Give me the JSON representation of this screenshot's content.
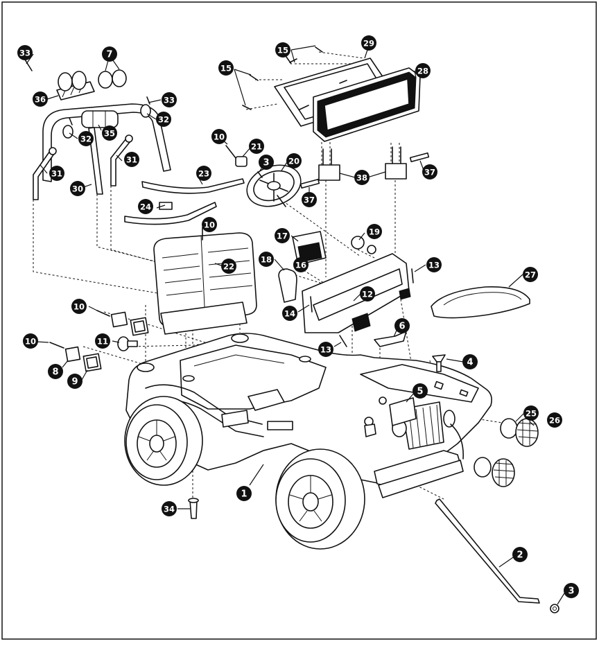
{
  "callouts": [
    {
      "n": "33"
    },
    {
      "n": "7"
    },
    {
      "n": "36"
    },
    {
      "n": "33"
    },
    {
      "n": "32"
    },
    {
      "n": "35"
    },
    {
      "n": "32"
    },
    {
      "n": "31"
    },
    {
      "n": "31"
    },
    {
      "n": "30"
    },
    {
      "n": "15"
    },
    {
      "n": "29"
    },
    {
      "n": "15"
    },
    {
      "n": "28"
    },
    {
      "n": "10"
    },
    {
      "n": "21"
    },
    {
      "n": "3"
    },
    {
      "n": "20"
    },
    {
      "n": "23"
    },
    {
      "n": "24"
    },
    {
      "n": "38"
    },
    {
      "n": "37"
    },
    {
      "n": "37"
    },
    {
      "n": "10"
    },
    {
      "n": "17"
    },
    {
      "n": "19"
    },
    {
      "n": "18"
    },
    {
      "n": "16"
    },
    {
      "n": "22"
    },
    {
      "n": "13"
    },
    {
      "n": "27"
    },
    {
      "n": "12"
    },
    {
      "n": "14"
    },
    {
      "n": "10"
    },
    {
      "n": "13"
    },
    {
      "n": "6"
    },
    {
      "n": "10"
    },
    {
      "n": "11"
    },
    {
      "n": "8"
    },
    {
      "n": "9"
    },
    {
      "n": "4"
    },
    {
      "n": "5"
    },
    {
      "n": "25"
    },
    {
      "n": "26"
    },
    {
      "n": "1"
    },
    {
      "n": "34"
    },
    {
      "n": "2"
    },
    {
      "n": "3"
    }
  ]
}
